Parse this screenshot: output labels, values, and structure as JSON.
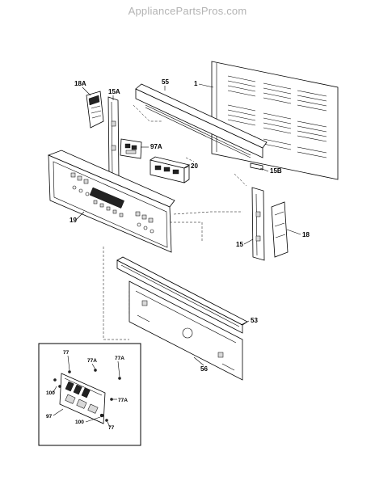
{
  "watermark": "AppliancePartsPros.com",
  "callouts": {
    "c1": "1",
    "c55": "55",
    "c18A": "18A",
    "c15A": "15A",
    "c97A": "97A",
    "c20": "20",
    "c15B": "15B",
    "c19": "19",
    "c15": "15",
    "c18": "18",
    "c53": "53",
    "c56": "56"
  },
  "inset": {
    "c77a": "77",
    "c77A_a": "77A",
    "c77A_b": "77A",
    "c100a": "100",
    "c77A_c": "77A",
    "c97": "97",
    "c100b": "100",
    "c77b": "77"
  }
}
